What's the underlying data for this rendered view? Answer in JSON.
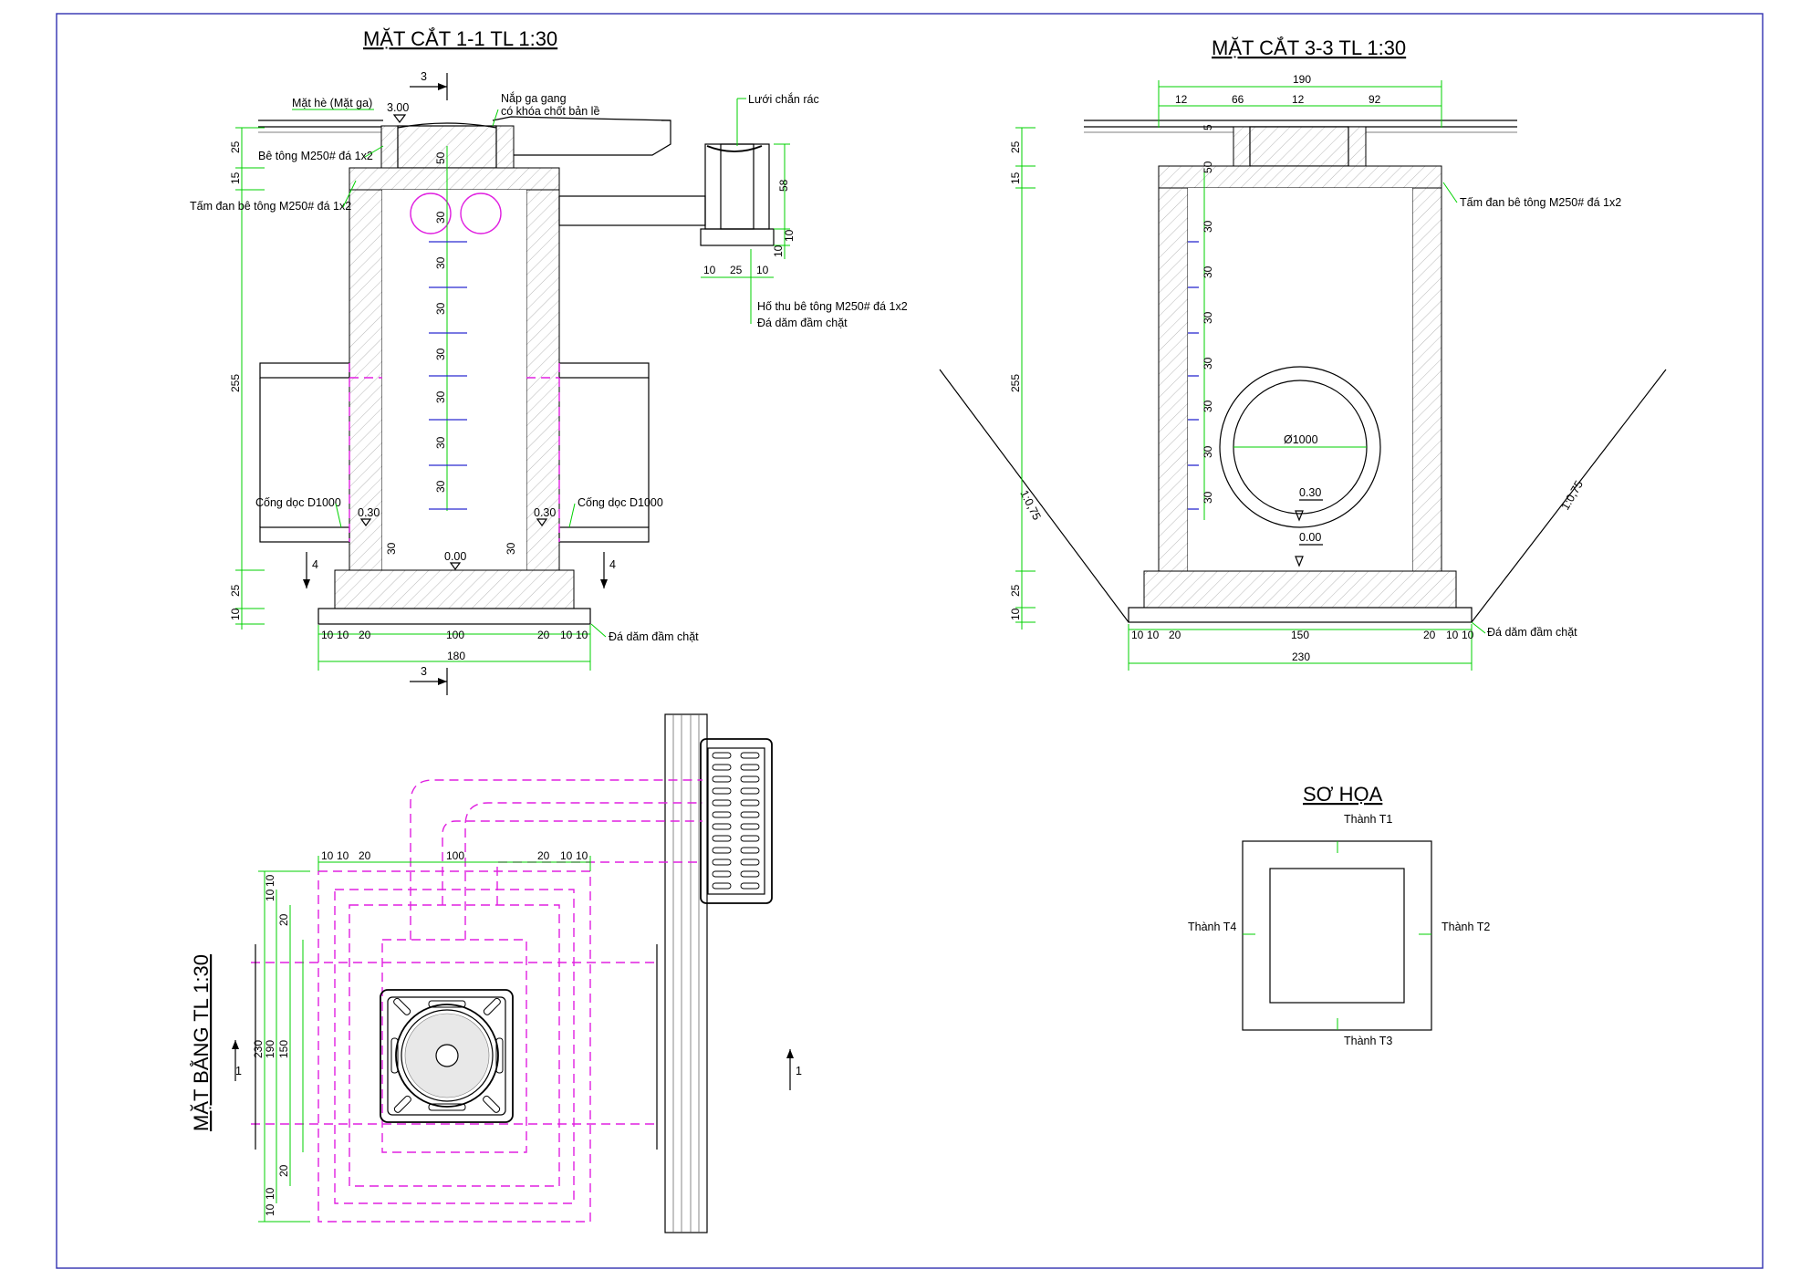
{
  "titles": {
    "section11": "MẶT CẮT 1-1 TL 1:30",
    "section33": "MẶT CẮT 3-3 TL 1:30",
    "plan": "MẶT BẰNG TL 1:30",
    "sketch": "SƠ HỌA"
  },
  "section11": {
    "labels": {
      "sidewalk": "Mặt hè (Mặt ga)",
      "cover1": "Nắp ga gang",
      "cover2": "có khóa chốt bản lề",
      "grate": "Lưới chắn rác",
      "concrete": "Bê tông M250# đá 1x2",
      "slab": "Tấm đan bê tông M250# đá 1x2",
      "pit": "Hố thu bê tông M250# đá 1x2",
      "gravel": "Đá dăm đầm chặt",
      "gravel_bottom": "Đá dăm đầm chặt",
      "pipe_left": "Cống dọc D1000",
      "pipe_right": "Cống dọc D1000",
      "elev_top": "3.00",
      "elev_pipe_left": "0.30",
      "elev_pipe_right": "0.30",
      "elev_bottom": "0.00",
      "cut3_top": "3",
      "cut3_bottom": "3",
      "cut4_left": "4",
      "cut4_right": "4"
    },
    "left_dims": [
      "25",
      "15",
      "255",
      "25",
      "10"
    ],
    "inner_dims": [
      "50",
      "30",
      "30",
      "30",
      "30",
      "30",
      "30",
      "30"
    ],
    "wall_dims": [
      "30",
      "30"
    ],
    "grate_dims": [
      "58",
      "10",
      "10",
      "10",
      "25",
      "10"
    ],
    "bottom_dims": [
      "10",
      "10",
      "20",
      "100",
      "20",
      "10",
      "10"
    ],
    "total": "180"
  },
  "section33": {
    "labels": {
      "slab": "Tấm đan bê tông M250# đá 1x2",
      "gravel": "Đá dăm đầm chặt",
      "pipe": "Ø1000",
      "elev_pipe": "0.30",
      "elev_bottom": "0.00",
      "slope_left": "1:0,75",
      "slope_right": "1:0,75"
    },
    "top_total": "190",
    "top_dims": [
      "12",
      "66",
      "12",
      "92"
    ],
    "small_dim": "5",
    "left_dims": [
      "25",
      "15",
      "255",
      "25",
      "10"
    ],
    "inner_dims": [
      "50",
      "30",
      "30",
      "30",
      "30",
      "30",
      "30",
      "30"
    ],
    "bottom_dims": [
      "10",
      "10",
      "20",
      "150",
      "20",
      "10",
      "10"
    ],
    "total": "230"
  },
  "plan": {
    "top_dims": [
      "10",
      "10",
      "20",
      "100",
      "20",
      "10",
      "10"
    ],
    "left_outer": "230",
    "left_mid": "190",
    "left_inner": "150",
    "left_small": [
      "10",
      "10",
      "20",
      "20",
      "10",
      "10"
    ],
    "cut_left": "1",
    "cut_right": "1"
  },
  "sketch": {
    "t1": "Thành T1",
    "t2": "Thành T2",
    "t3": "Thành T3",
    "t4": "Thành T4"
  },
  "colors": {
    "dimension": "#00d200",
    "hidden": "#e020e0",
    "steps": "#2a2ad0",
    "frame": "#3030b0"
  }
}
